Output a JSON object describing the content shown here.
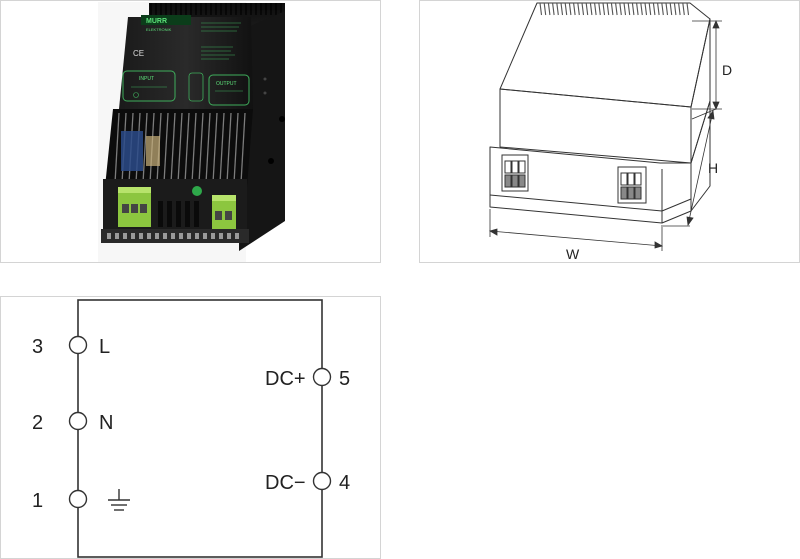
{
  "photo": {
    "brand": "MURR",
    "brand_sub": "ELEKTRONIK",
    "ce_mark": "CE",
    "input_label": "INPUT",
    "output_label": "OUTPUT"
  },
  "dimensions": {
    "depth_label": "D",
    "height_label": "H",
    "width_label": "W"
  },
  "wiring": {
    "terminals": [
      {
        "number": "3",
        "label": "L"
      },
      {
        "number": "2",
        "label": "N"
      },
      {
        "number": "1",
        "label": ""
      },
      {
        "number": "5",
        "label": "DC+"
      },
      {
        "number": "4",
        "label": "DC−"
      }
    ],
    "ground_icon": "ground-symbol"
  }
}
